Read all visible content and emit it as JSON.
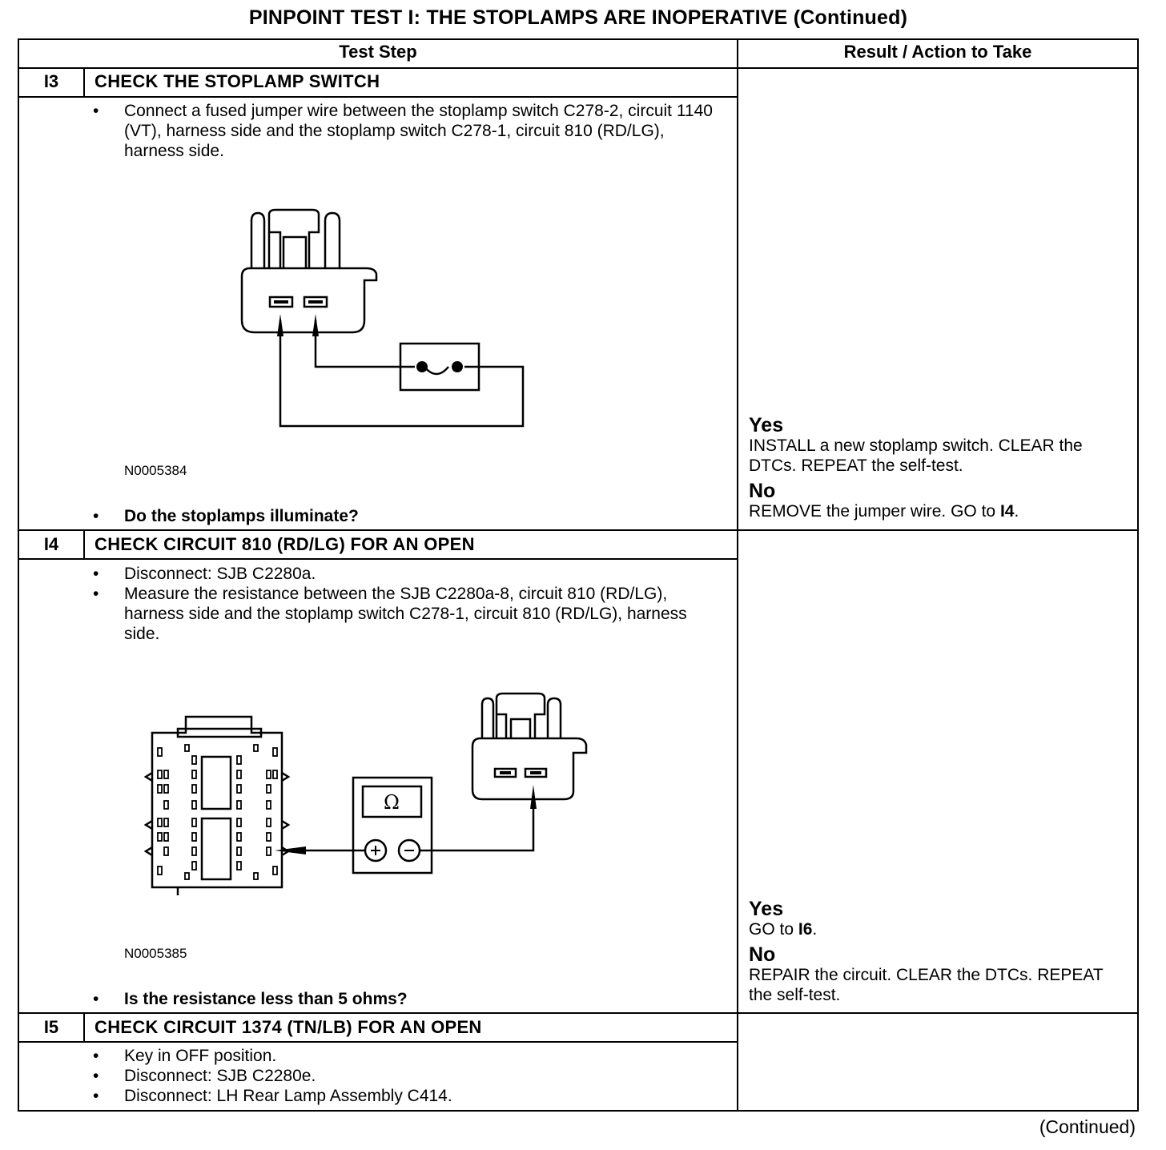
{
  "title": "PINPOINT TEST I: THE STOPLAMPS ARE INOPERATIVE (Continued)",
  "headers": {
    "step": "Test Step",
    "result": "Result / Action to Take"
  },
  "steps": [
    {
      "id": "I3",
      "title": "CHECK THE STOPLAMP SWITCH",
      "bullets": [
        "Connect a fused jumper wire between the stoplamp switch C278-2, circuit 1140 (VT), harness side and the stoplamp switch C278-1, circuit 810 (RD/LG), harness side."
      ],
      "figure_id": "N0005384",
      "question": "Do the stoplamps illuminate?",
      "yes_label": "Yes",
      "yes_action": "INSTALL a new stoplamp switch.  CLEAR the DTCs.  REPEAT the self-test.",
      "no_label": "No",
      "no_action_pre": "REMOVE the jumper wire. GO to ",
      "no_action_ref": "I4",
      "no_action_post": "."
    },
    {
      "id": "I4",
      "title": "CHECK CIRCUIT 810 (RD/LG) FOR AN OPEN",
      "bullets": [
        "Disconnect: SJB C2280a.",
        "Measure the resistance between the SJB C2280a-8, circuit 810 (RD/LG), harness side and the stoplamp switch C278-1, circuit 810 (RD/LG), harness side."
      ],
      "figure_id": "N0005385",
      "meter_symbol": "Ω",
      "question": "Is the resistance less than 5 ohms?",
      "yes_label": "Yes",
      "yes_action_pre": "GO to ",
      "yes_action_ref": "I6",
      "yes_action_post": ".",
      "no_label": "No",
      "no_action": "REPAIR the circuit. CLEAR the DTCs. REPEAT the self-test."
    },
    {
      "id": "I5",
      "title": "CHECK CIRCUIT 1374 (TN/LB) FOR AN OPEN",
      "bullets": [
        "Key in OFF position.",
        "Disconnect: SJB C2280e.",
        "Disconnect: LH Rear Lamp Assembly C414."
      ]
    }
  ],
  "bullet_glyph": "•",
  "continued": "(Continued)"
}
